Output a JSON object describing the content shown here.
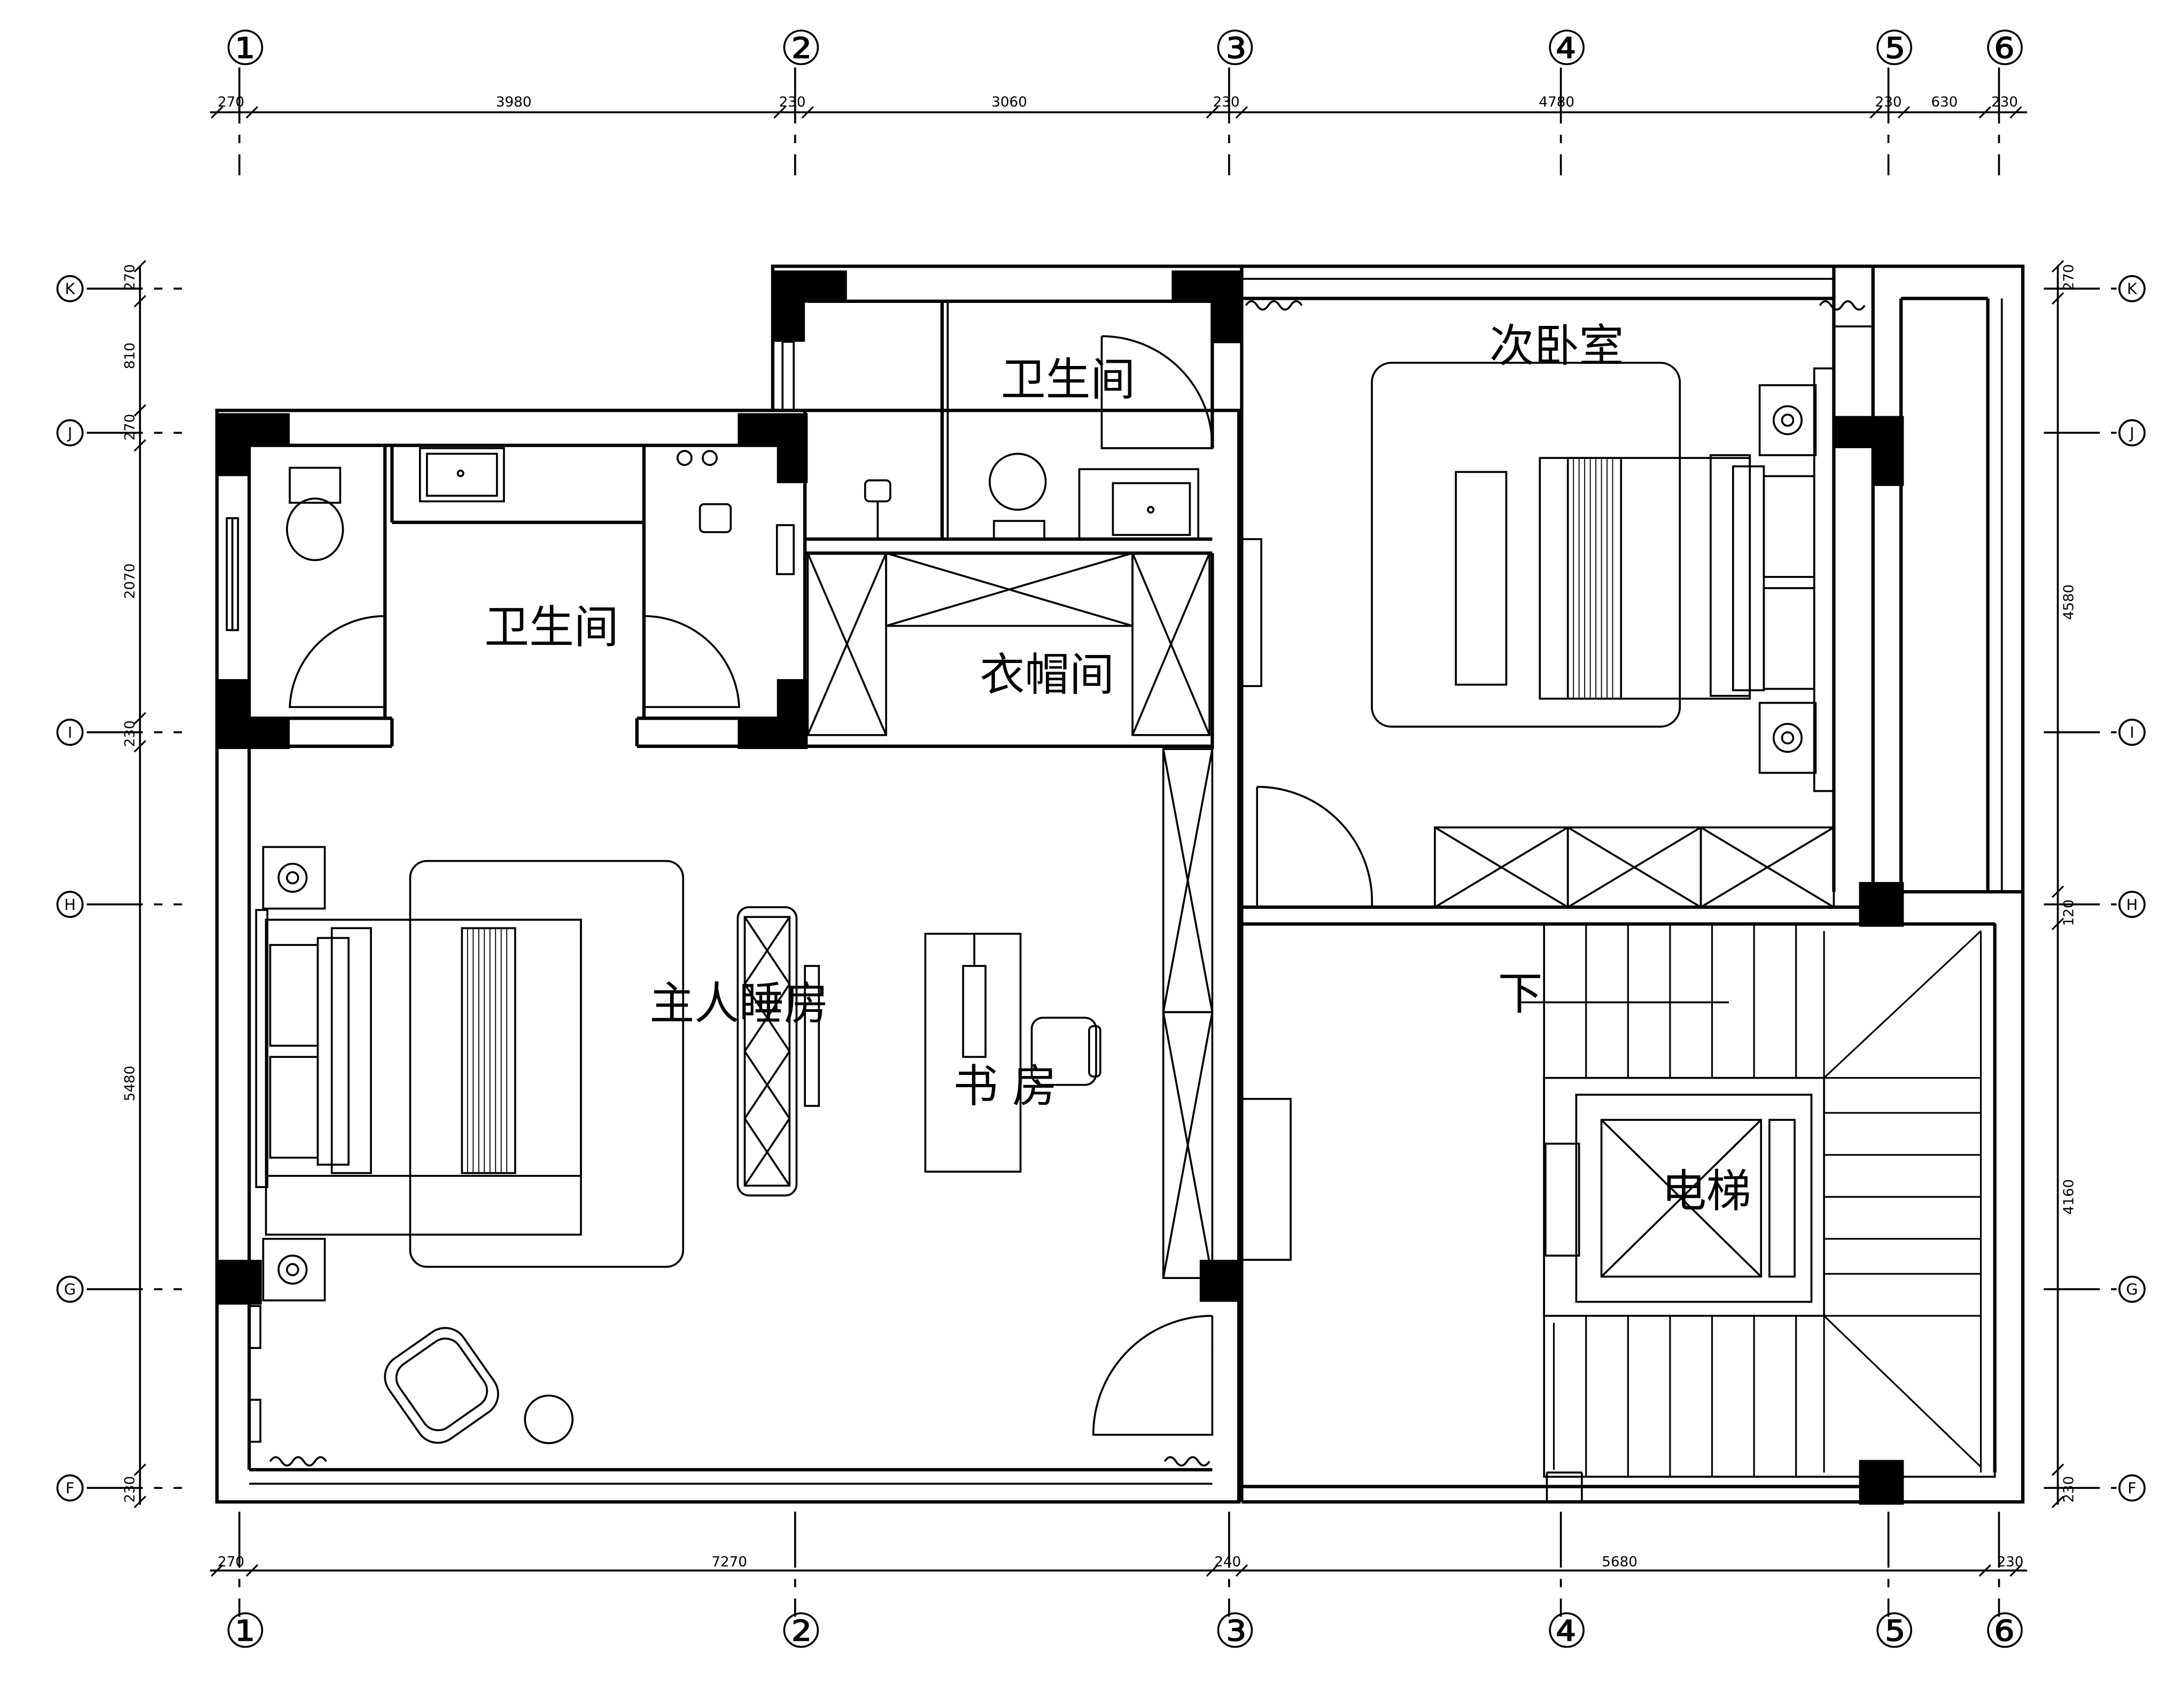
{
  "dimensions": {
    "top": [
      "270",
      "3980",
      "230",
      "3060",
      "230",
      "4780",
      "230",
      "630",
      "230"
    ],
    "bottom": [
      "270",
      "7270",
      "240",
      "5680",
      "230"
    ],
    "left": [
      "270",
      "810",
      "270",
      "2070",
      "230",
      "5480",
      "230"
    ],
    "right": [
      "270",
      "4580",
      "120",
      "4160",
      "230"
    ]
  },
  "axes": {
    "columns": [
      "①",
      "②",
      "③",
      "④",
      "⑤",
      "⑥"
    ],
    "rows": [
      "K",
      "J",
      "I",
      "H",
      "G",
      "F"
    ]
  },
  "rooms": {
    "bath_top": "卫生间",
    "bath_left": "卫生间",
    "cloakroom": "衣帽间",
    "second_bedroom": "次卧室",
    "master_bedroom": "主人睡房",
    "study": "书 房",
    "stairs_down": "下",
    "elevator": "电梯"
  }
}
